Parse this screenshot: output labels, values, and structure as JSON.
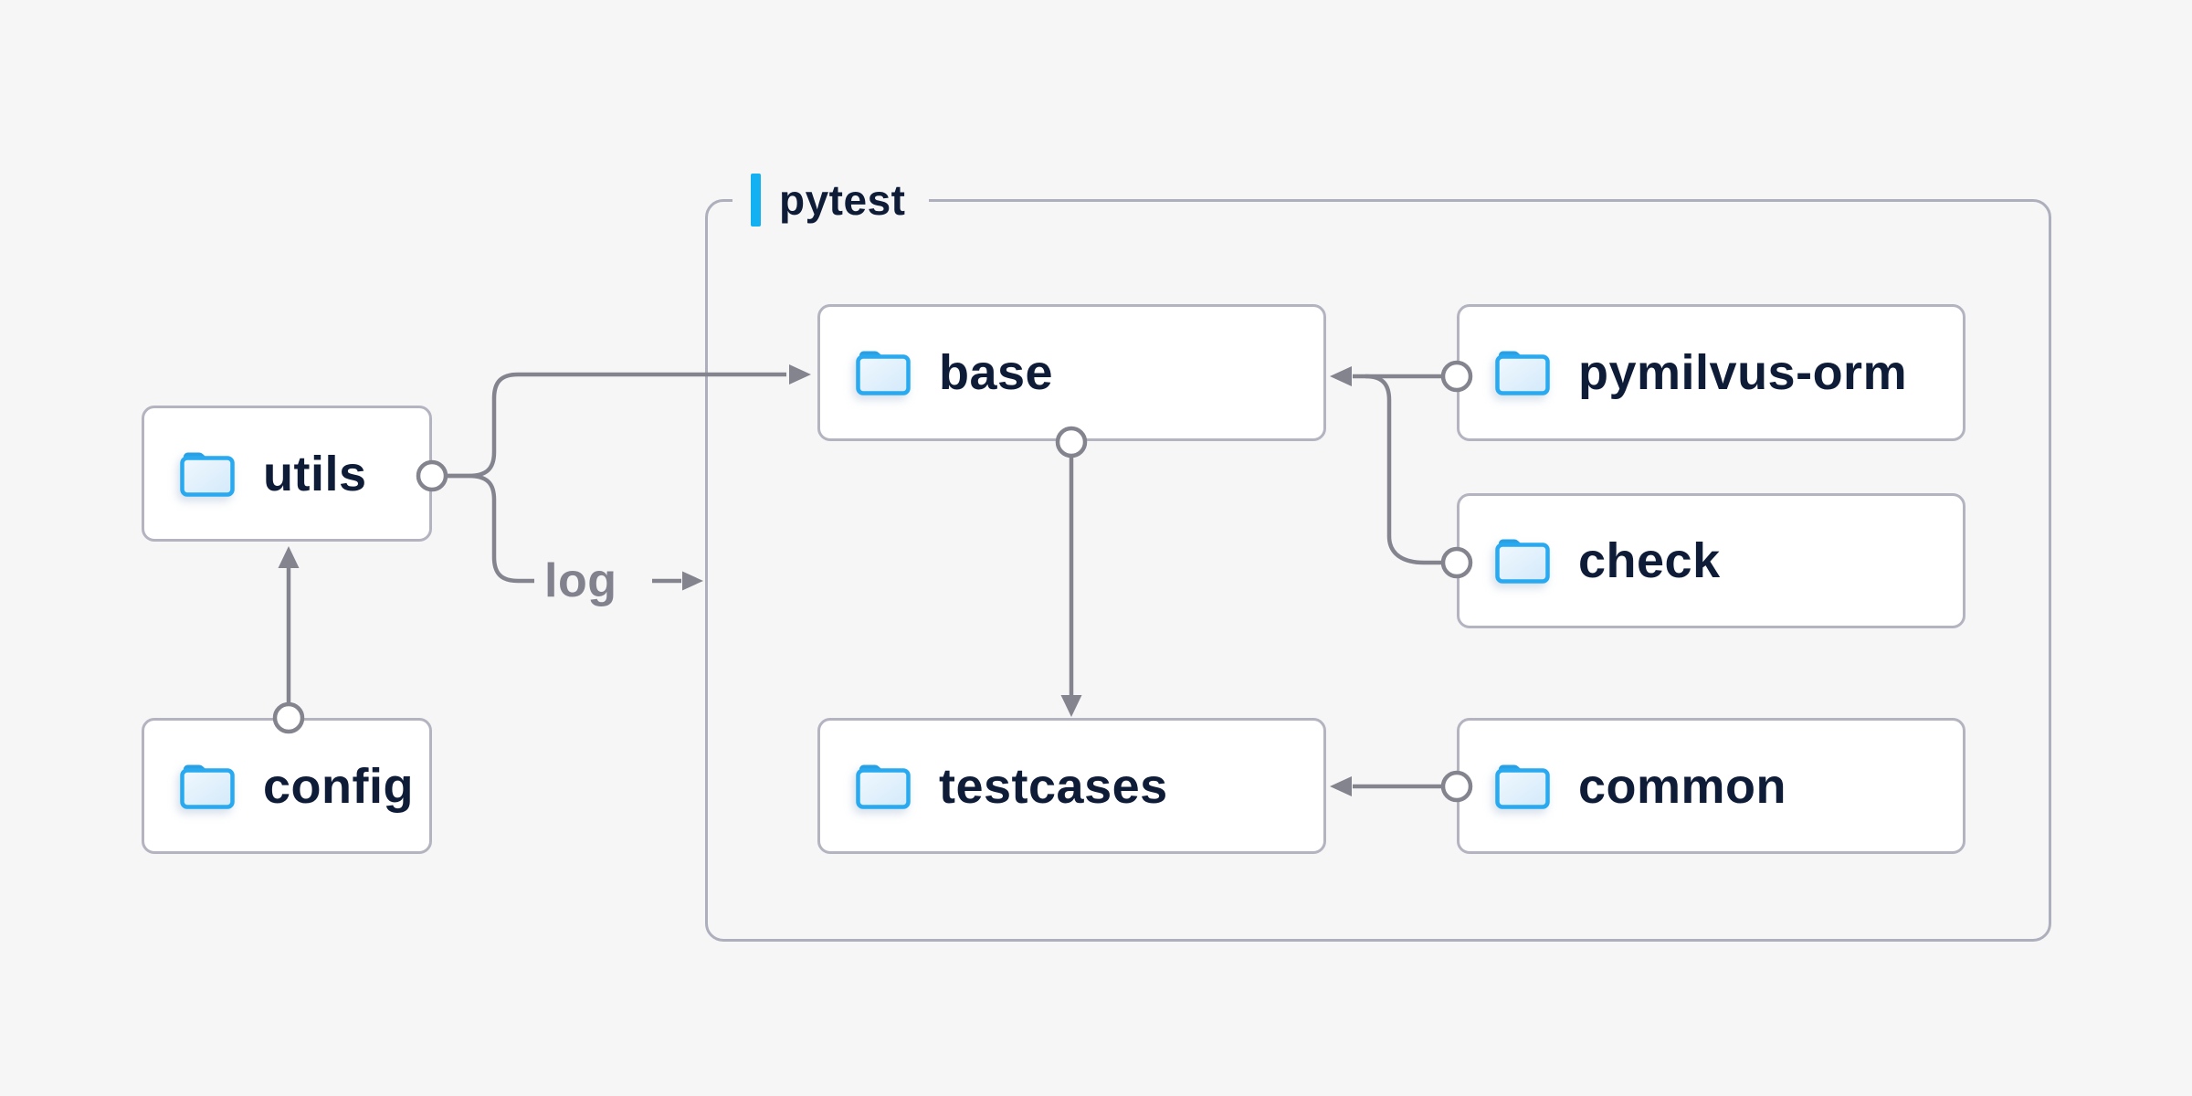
{
  "colors": {
    "background": "#f6f6f7",
    "node_background": "#ffffff",
    "node_border": "#b3b4c0",
    "group_border": "#aeafbc",
    "connector": "#84848f",
    "node_text": "#0e1c38",
    "edge_label_text": "#82828e",
    "accent_blue": "#14b1f2",
    "folder_blue": "#28a9f0"
  },
  "group": {
    "label": "pytest"
  },
  "nodes": [
    {
      "id": "utils",
      "label": "utils",
      "icon": "folder-icon"
    },
    {
      "id": "config",
      "label": "config",
      "icon": "folder-icon"
    },
    {
      "id": "base",
      "label": "base",
      "icon": "folder-icon"
    },
    {
      "id": "pymilvus-orm",
      "label": "pymilvus-orm",
      "icon": "folder-icon"
    },
    {
      "id": "check",
      "label": "check",
      "icon": "folder-icon"
    },
    {
      "id": "testcases",
      "label": "testcases",
      "icon": "folder-icon"
    },
    {
      "id": "common",
      "label": "common",
      "icon": "folder-icon"
    }
  ],
  "edges": [
    {
      "from": "config",
      "to": "utils",
      "label": ""
    },
    {
      "from": "utils",
      "to": "base",
      "label": ""
    },
    {
      "from": "utils",
      "to": "pytest-group",
      "label": "log"
    },
    {
      "from": "pymilvus-orm",
      "to": "base",
      "label": ""
    },
    {
      "from": "check",
      "to": "base",
      "label": ""
    },
    {
      "from": "base",
      "to": "testcases",
      "label": ""
    },
    {
      "from": "common",
      "to": "testcases",
      "label": ""
    }
  ]
}
